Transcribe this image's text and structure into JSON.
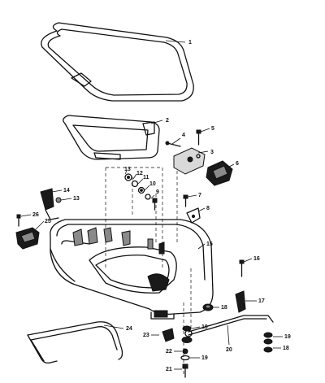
{
  "callouts": {
    "c1": "1",
    "c2": "2",
    "c3": "3",
    "c4": "4",
    "c5": "5",
    "c6": "6",
    "c7": "7",
    "c8": "8",
    "c9": "9",
    "c10": "10",
    "c11": "11",
    "c12": "12",
    "c13a": "13",
    "c13b": "13",
    "c14": "14",
    "c15": "15",
    "c16": "16",
    "c17": "17",
    "c18a": "18",
    "c18b": "18",
    "c19a": "19",
    "c19b": "19",
    "c19c": "19",
    "c20": "20",
    "c21": "21",
    "c22": "22",
    "c23": "23",
    "c24": "24",
    "c25": "25",
    "c26": "26"
  }
}
